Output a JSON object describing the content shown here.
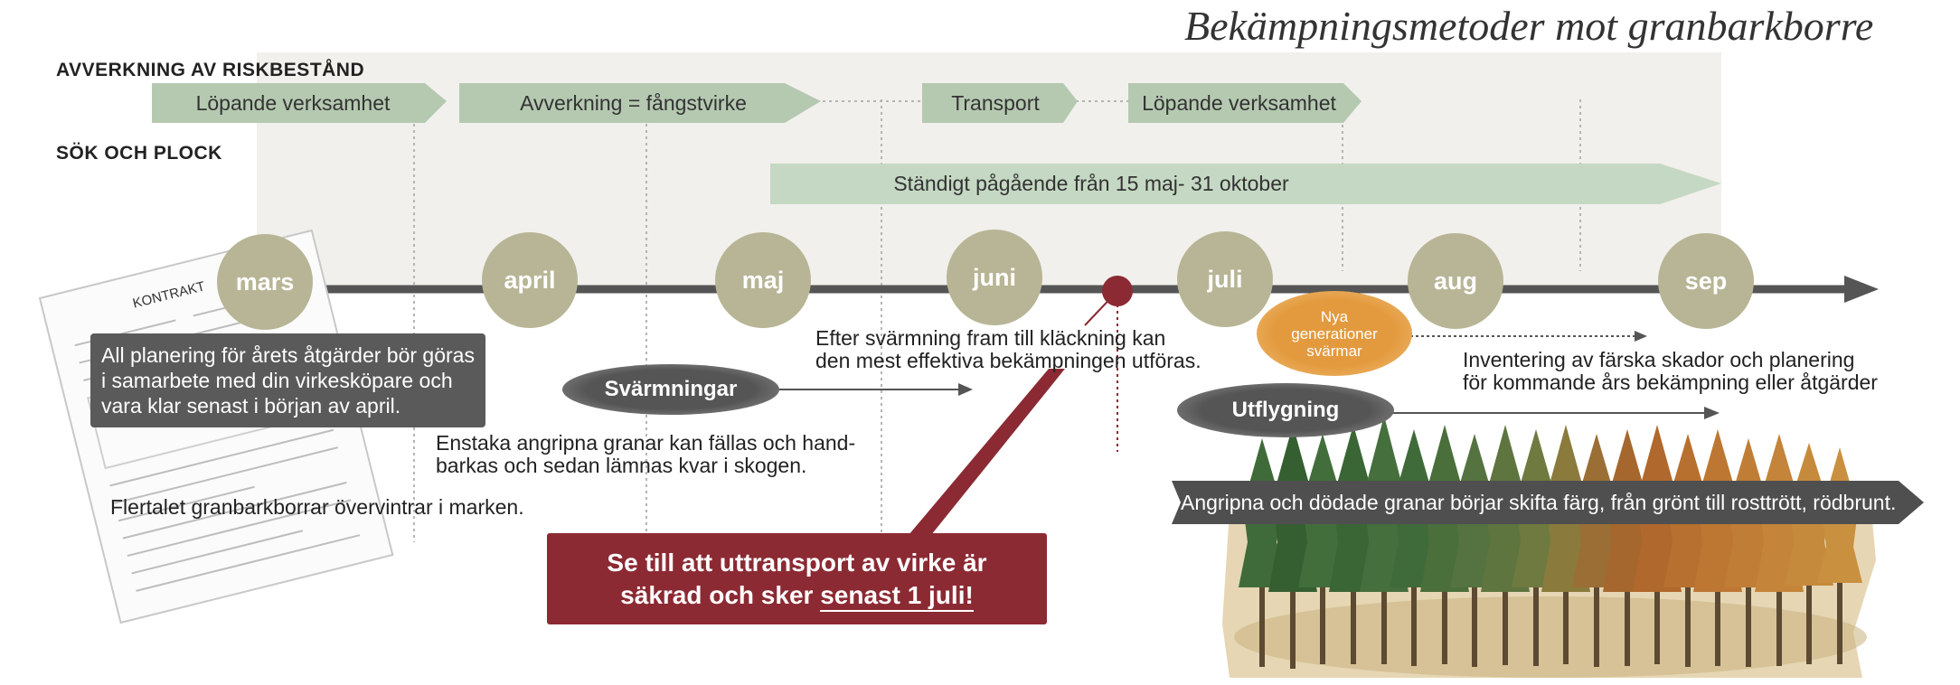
{
  "title": "Bekämpningsmetoder mot granbarkborre",
  "sections": {
    "avverkning": "AVVERKNING AV RISKBESTÅND",
    "sok": "SÖK OCH PLOCK"
  },
  "avverkning_phases": [
    "Löpande verksamhet",
    "Avverkning = fångstvirke",
    "Transport",
    "Löpande verksamhet"
  ],
  "sok_phase": "Ständigt pågående från 15 maj- 31 oktober",
  "months": [
    "mars",
    "april",
    "maj",
    "juni",
    "juli",
    "aug",
    "sep"
  ],
  "document_label": "KONTRAKT",
  "notes": {
    "planering": [
      "All planering för årets åtgärder bör göras",
      "i samarbete med din virkesköpare och",
      "vara klar senast i början av april."
    ],
    "enstaka": [
      "Enstaka angripna granar kan fällas och hand-",
      "barkas och sedan lämnas kvar i skogen."
    ],
    "overvintrar": "Flertalet granbarkborrar övervintrar i marken.",
    "effektiva": [
      "Efter svärmning fram till kläckning kan",
      "den mest effektiva bekämpningen utföras."
    ],
    "inventering": [
      "Inventering av färska skador och planering",
      "för kommande års bekämpning eller åtgärder"
    ],
    "angripna": "Angripna och dödade granar börjar skifta färg, från grönt till rosttrött, rödbrunt."
  },
  "events": {
    "svarmningar": "Svärmningar",
    "utflygning": "Utflygning",
    "nya": [
      "Nya",
      "generationer",
      "svärmar"
    ]
  },
  "callout": {
    "line1": "Se till att uttransport av virke är",
    "line2_prefix": "säkrad och sker ",
    "line2_emph": "senast 1 juli!"
  },
  "colors": {
    "phase_arrow": "#b5c9b1",
    "sok_arrow": "#c5d8c3",
    "month_circle": "#b8b596",
    "timeline": "#555555",
    "dark_box": "#5a5a5a",
    "red": "#8b2a33",
    "orange": "#e39a3e"
  }
}
